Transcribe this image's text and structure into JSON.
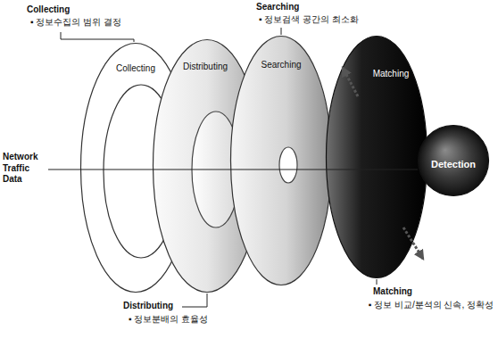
{
  "diagram": {
    "nodes": [
      {
        "text": [
          "Collecting"
        ]
      },
      {
        "text": [
          "Distributing"
        ]
      },
      {
        "text": [
          "Searching"
        ]
      },
      {
        "text": [
          "Matching"
        ]
      },
      {
        "text": [
          "Detection"
        ]
      }
    ],
    "labels": [
      "Collecting",
      "▪ 정보수집의 범위 결정",
      "Searching",
      "▪ 정보검색 공간의 최소화",
      "Network Traffic Data",
      "Distributing",
      "▪ 정보분배의 효율성",
      "Matching",
      "▪ 정보 비교/분석의 신속, 정확성"
    ]
  }
}
